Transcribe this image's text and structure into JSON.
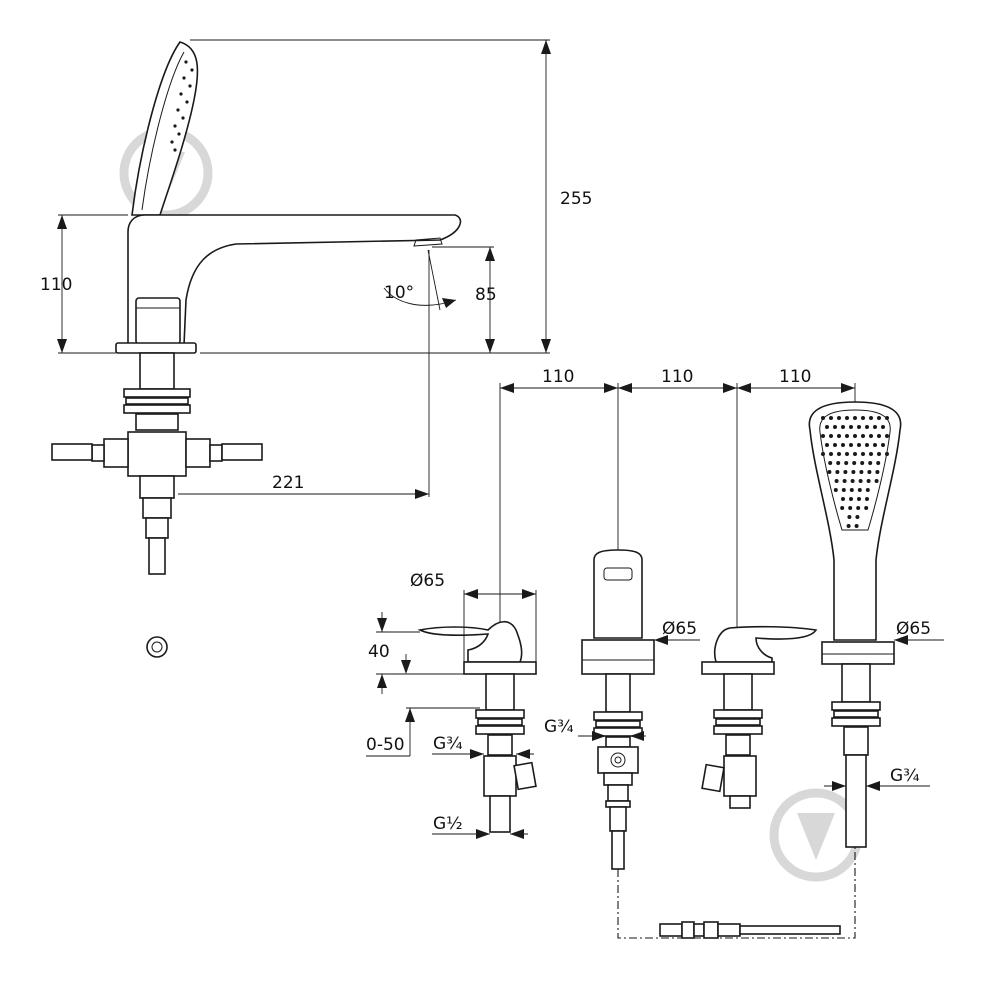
{
  "dimensions": {
    "height_total": "255",
    "height_body": "110",
    "spout_height": "85",
    "spout_angle": "10°",
    "spout_reach": "221",
    "spacing_1": "110",
    "spacing_2": "110",
    "spacing_3": "110",
    "diameter_handle_left": "Ø65",
    "diameter_spout": "Ø65",
    "diameter_shower": "Ø65",
    "handle_height": "40",
    "deck_range": "0-50",
    "thread_left_upper": "G¾",
    "thread_left_lower": "G½",
    "thread_spout": "G¾",
    "thread_shower": "G¾"
  },
  "colors": {
    "line": "#1a1a1a",
    "watermark": "#d8d8d8",
    "background": "#ffffff"
  },
  "icons": [
    "watermark-logo-icon",
    "watermark-logo-icon"
  ]
}
